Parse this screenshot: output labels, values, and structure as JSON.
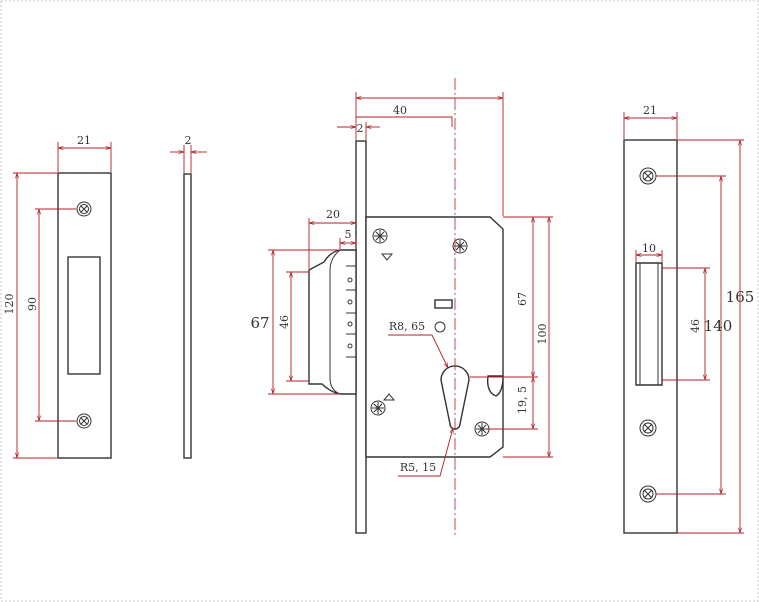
{
  "dimensions": {
    "strike_width": "21",
    "strike_height": "120",
    "strike_hole_spacing": "90",
    "thickness": "2",
    "backset": "40",
    "faceplate_thickness": "2",
    "latch_projection": "20",
    "latch_offset": "5",
    "latch_height_outer": "67",
    "latch_height_inner": "46",
    "body_upper": "67",
    "body_height": "100",
    "cylinder_radius_top": "R8, 65",
    "cylinder_spacing": "19, 5",
    "cylinder_radius_bottom": "R5, 15",
    "faceplate_width": "21",
    "faceplate_slot_width": "10",
    "faceplate_slot_height": "46",
    "faceplate_hole_spacing": "140",
    "faceplate_height": "165"
  }
}
